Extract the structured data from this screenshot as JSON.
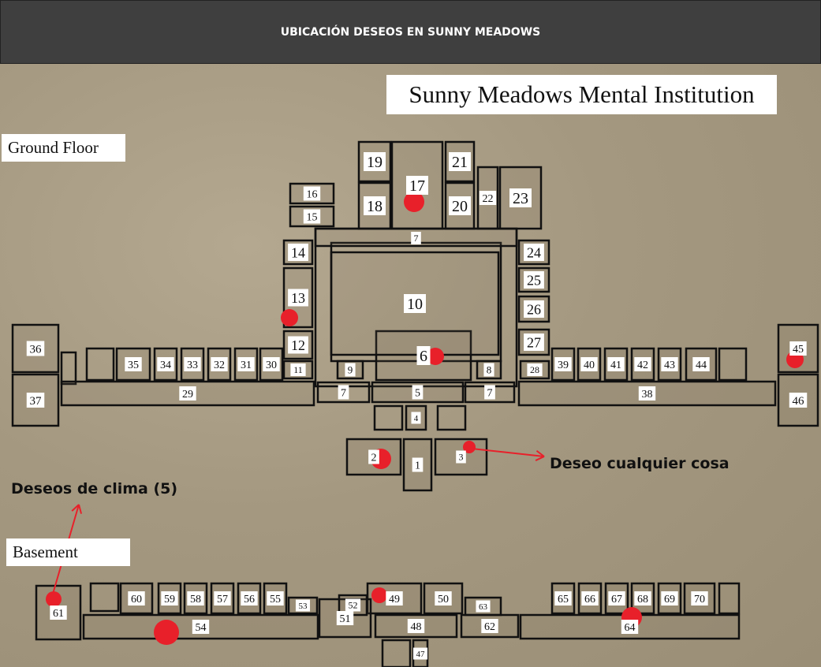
{
  "header": {
    "title": "UBICACIÓN DESEOS EN SUNNY MEADOWS"
  },
  "map": {
    "title": "Sunny Meadows Mental Institution",
    "ground_floor_label": "Ground Floor",
    "basement_label": "Basement",
    "annotations": {
      "any_wish": "Deseo cualquier cosa",
      "weather_wishes": "Deseos de clima (5)"
    },
    "marker_color": "#e8202a",
    "rooms": [
      "1",
      "2",
      "3",
      "4",
      "5",
      "6",
      "7",
      "8",
      "9",
      "10",
      "11",
      "12",
      "13",
      "14",
      "15",
      "16",
      "17",
      "18",
      "19",
      "20",
      "21",
      "22",
      "23",
      "24",
      "25",
      "26",
      "27",
      "28",
      "29",
      "30",
      "31",
      "32",
      "33",
      "34",
      "35",
      "36",
      "37",
      "38",
      "39",
      "40",
      "41",
      "42",
      "43",
      "44",
      "45",
      "46",
      "47",
      "48",
      "49",
      "50",
      "51",
      "52",
      "53",
      "54",
      "55",
      "56",
      "57",
      "58",
      "59",
      "60",
      "61",
      "62",
      "63",
      "64",
      "65",
      "66",
      "67",
      "68",
      "69",
      "70"
    ],
    "wish_rooms": [
      "17",
      "13",
      "6",
      "2",
      "3",
      "45",
      "61",
      "54",
      "49",
      "68"
    ]
  }
}
